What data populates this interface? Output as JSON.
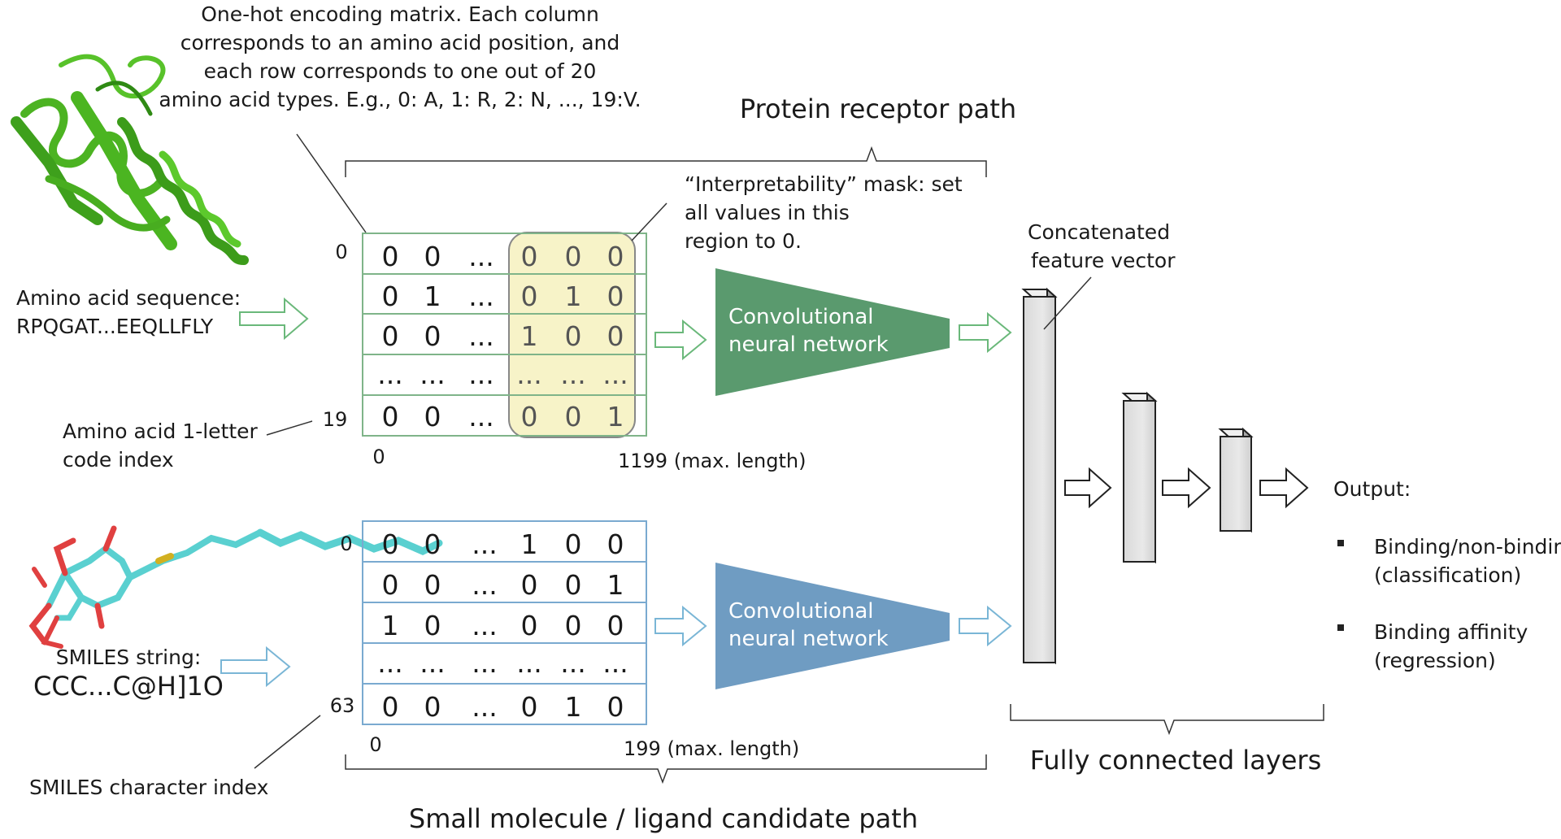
{
  "top_note": [
    "One-hot encoding matrix. Each column",
    "corresponds to an amino acid position, and",
    "each row corresponds to one out of 20",
    "amino acid types. E.g., 0: A, 1: R, 2: N, ..., 19:V."
  ],
  "protein_path_title": "Protein receptor path",
  "ligand_path_title": "Small molecule / ligand candidate path",
  "fc_title": "Fully connected layers",
  "mask_note": [
    "“Interpretability” mask: set",
    "all values in this",
    "region to 0."
  ],
  "concat_note": [
    "Concatenated",
    "feature vector"
  ],
  "amino_seq_label": [
    "Amino acid sequence:",
    "RPQGAT...EEQLLFLY"
  ],
  "amino_index_label": [
    "Amino acid 1-letter",
    "code index"
  ],
  "smiles_label": [
    "SMILES string:",
    "CCC...C@H]1O"
  ],
  "smiles_index_label": "SMILES character index",
  "protein_matrix": {
    "row_first": "0",
    "row_last": "19",
    "col_first": "0",
    "col_last": "1199 (max. length)",
    "rows": [
      [
        "0",
        "0",
        "...",
        "0",
        "0",
        "0"
      ],
      [
        "0",
        "1",
        "...",
        "0",
        "1",
        "0"
      ],
      [
        "0",
        "0",
        "...",
        "1",
        "0",
        "0"
      ],
      [
        "...",
        "...",
        "...",
        "...",
        "...",
        "..."
      ],
      [
        "0",
        "0",
        "...",
        "0",
        "0",
        "1"
      ]
    ]
  },
  "ligand_matrix": {
    "row_first": "0",
    "row_last": "63",
    "col_first": "0",
    "col_last": "199 (max. length)",
    "rows": [
      [
        "0",
        "0",
        "...",
        "1",
        "0",
        "0"
      ],
      [
        "0",
        "0",
        "...",
        "0",
        "0",
        "1"
      ],
      [
        "1",
        "0",
        "...",
        "0",
        "0",
        "0"
      ],
      [
        "...",
        "...",
        "...",
        "...",
        "...",
        "..."
      ],
      [
        "0",
        "0",
        "...",
        "0",
        "1",
        "0"
      ]
    ]
  },
  "cnn_label": [
    "Convolutional",
    "neural network"
  ],
  "output_title": "Output:",
  "outputs": [
    [
      "Binding/non-binding",
      "(classification)"
    ],
    [
      "Binding affinity",
      "(regression)"
    ]
  ],
  "colors": {
    "protein": "#5a9a6e",
    "ligand": "#6f9cc2",
    "protein_grid": "#7fb489",
    "ligand_grid": "#7aaad0",
    "mask_fill": "#f7f3c8",
    "green_arrow": "#6ab87a",
    "blue_arrow": "#7ab6d6"
  }
}
